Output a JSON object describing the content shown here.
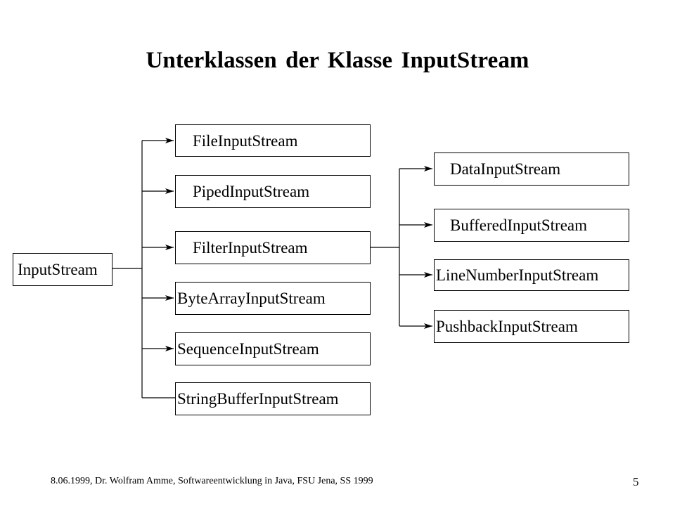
{
  "title": "Unterklassen der Klasse InputStream",
  "root": "InputStream",
  "level1": [
    "FileInputStream",
    "PipedInputStream",
    "FilterInputStream",
    "ByteArrayInputStream",
    "SequenceInputStream",
    "StringBufferInputStream"
  ],
  "level2": [
    "DataInputStream",
    "BufferedInputStream",
    "LineNumberInputStream",
    "PushbackInputStream"
  ],
  "footer": "8.06.1999, Dr. Wolfram Amme, Softwareentwicklung in Java, FSU Jena, SS 1999",
  "page_number": "5"
}
